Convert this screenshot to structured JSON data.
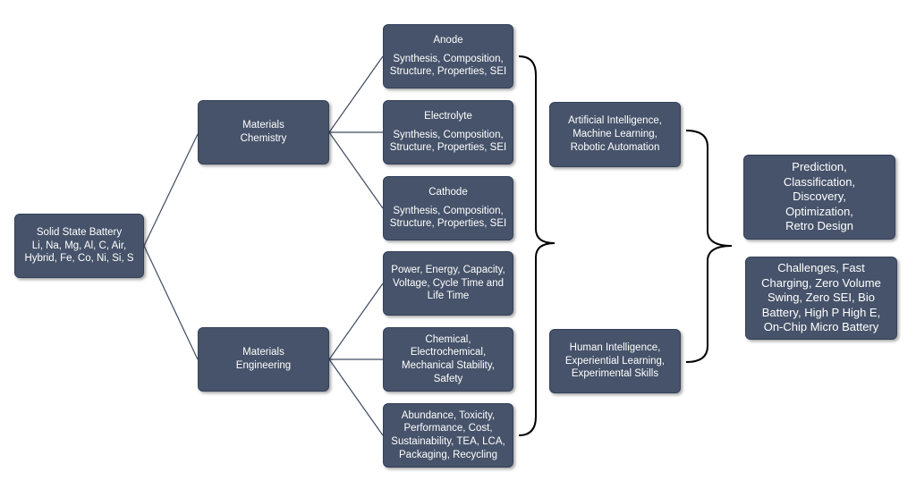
{
  "root": {
    "lines": [
      "Solid State Battery",
      "Li, Na, Mg, Al, C, Air,",
      "Hybrid, Fe, Co, Ni, Si, S"
    ]
  },
  "chemistry": {
    "lines": [
      "Materials",
      "Chemistry"
    ]
  },
  "engineering": {
    "lines": [
      "Materials",
      "Engineering"
    ]
  },
  "anode": {
    "title": "Anode",
    "lines": [
      "Synthesis, Composition,",
      "Structure, Properties, SEI"
    ]
  },
  "electrolyte": {
    "title": "Electrolyte",
    "lines": [
      "Synthesis, Composition,",
      "Structure, Properties, SEI"
    ]
  },
  "cathode": {
    "title": "Cathode",
    "lines": [
      "Synthesis, Composition,",
      "Structure, Properties, SEI"
    ]
  },
  "power": {
    "lines": [
      "Power, Energy, Capacity,",
      "Voltage, Cycle Time and",
      "Life Time"
    ]
  },
  "chemical": {
    "lines": [
      "Chemical,",
      "Electrochemical,",
      "Mechanical Stability,",
      "Safety"
    ]
  },
  "abundance": {
    "lines": [
      "Abundance, Toxicity,",
      "Performance, Cost,",
      "Sustainability, TEA, LCA,",
      "Packaging, Recycling"
    ]
  },
  "ai": {
    "lines": [
      "Artificial Intelligence,",
      "Machine Learning,",
      "Robotic Automation"
    ]
  },
  "hi": {
    "lines": [
      "Human Intelligence,",
      "Experiential Learning,",
      "Experimental Skills"
    ]
  },
  "prediction": {
    "lines": [
      "Prediction,",
      "Classification,",
      "Discovery,",
      "Optimization,",
      "Retro Design"
    ]
  },
  "challenges": {
    "lines": [
      "Challenges, Fast",
      "Charging, Zero Volume",
      "Swing, Zero SEI, Bio",
      "Battery, High P High E,",
      "On-Chip Micro Battery"
    ]
  },
  "colors": {
    "box_fill": "#46536a",
    "box_text": "#ffffff",
    "connector": "#3f4b60",
    "brace": "#000000"
  }
}
